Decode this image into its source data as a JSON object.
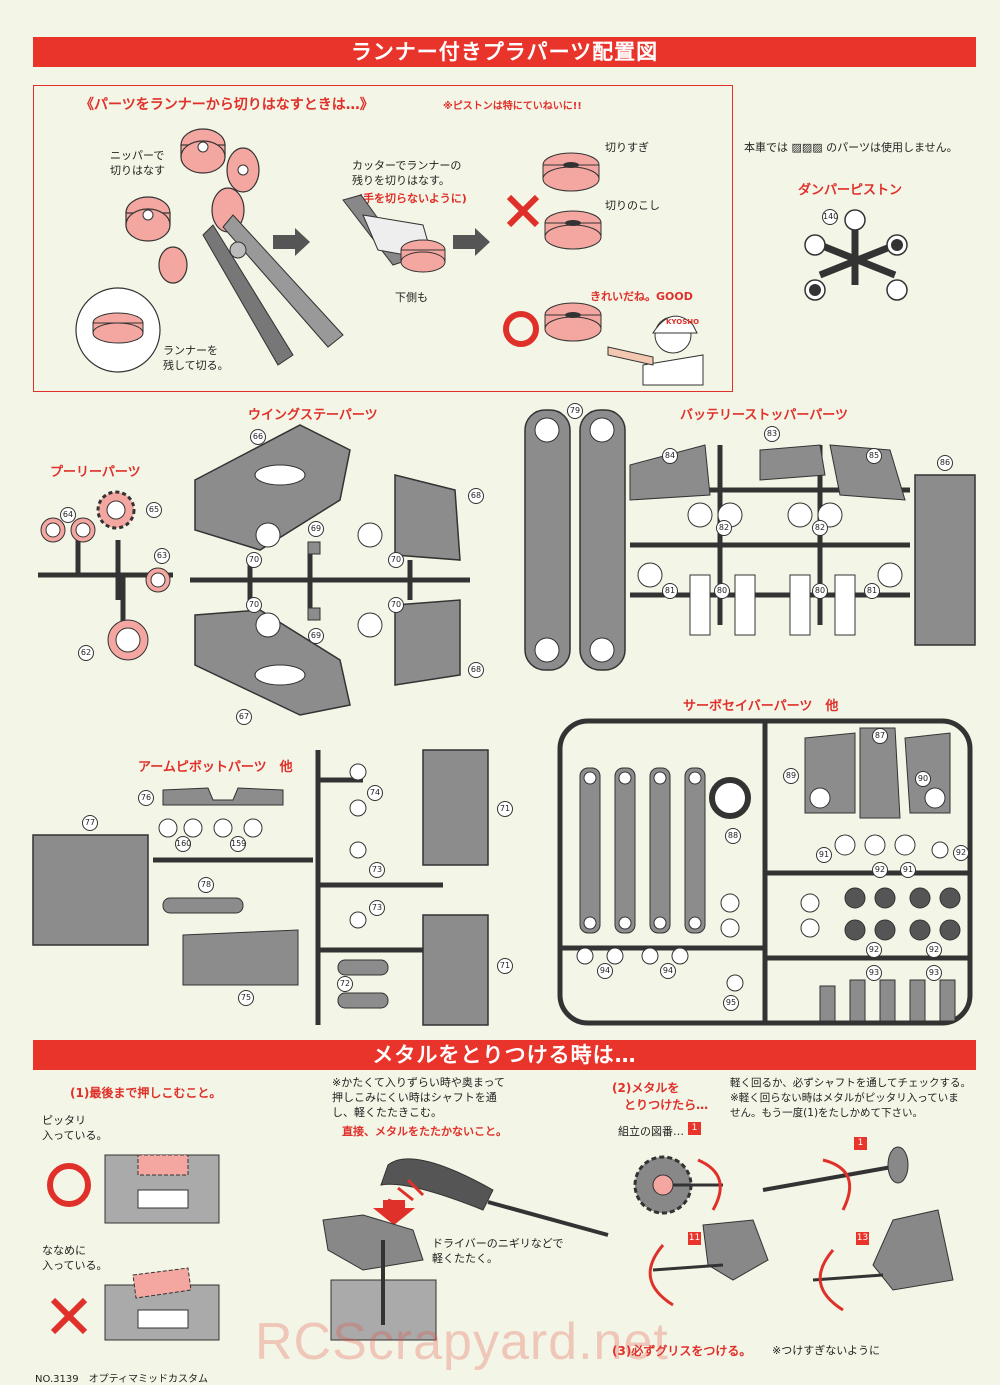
{
  "header": {
    "title": "ランナー付きプラパーツ配置図"
  },
  "runner_box": {
    "title": "《パーツをランナーから切りはなすときは…》",
    "note": "※ピストンは特にていねいに!!",
    "nipper_label": "ニッパーで\n切りはなす",
    "leave_runner_label": "ランナーを\n残して切る。",
    "cutter_label": "カッターでランナーの\n残りを切りはなす。",
    "caution_label": "(手を切らないように)",
    "underside_label": "下側も",
    "too_much_label": "切りすぎ",
    "leftover_label": "切りのこし",
    "good_label": "きれいだね。GOOD",
    "cap_text": "KYOSHO"
  },
  "unused_note": "本車では ▨▨▨ のパーツは使用しません。",
  "sections": {
    "damper_piston": "ダンパーピストン",
    "pulley": "プーリーパーツ",
    "wing_stay": "ウイングステーパーツ",
    "battery_stopper": "バッテリーストッパーパーツ",
    "arm_pivot": "アームピボットパーツ　他",
    "servo_saver": "サーボセイバーパーツ　他"
  },
  "part_numbers": {
    "n140": "140",
    "n62": "62",
    "n63": "63",
    "n64": "64",
    "n65": "65",
    "n66": "66",
    "n67": "67",
    "n68": "68",
    "n69": "69",
    "n70": "70",
    "n71": "71",
    "n72": "72",
    "n73": "73",
    "n74": "74",
    "n75": "75",
    "n76": "76",
    "n77": "77",
    "n78": "78",
    "n79": "79",
    "n80": "80",
    "n81": "81",
    "n82": "82",
    "n83": "83",
    "n84": "84",
    "n85": "85",
    "n86": "86",
    "n87": "87",
    "n88": "88",
    "n89": "89",
    "n90": "90",
    "n91": "91",
    "n92": "92",
    "n93": "93",
    "n94": "94",
    "n95": "95",
    "n159": "159",
    "n160": "160"
  },
  "metal": {
    "title": "メタルをとりつける時は…",
    "step1": "(1)最後まで押しこむこと。",
    "flush_label": "ピッタリ\n入っている。",
    "slanted_label": "ななめに\n入っている。",
    "hard_note": "※かたくて入りずらい時や奥まって\n押しこみにくい時はシャフトを通\nし、軽くたたきこむ。",
    "direct_warning": "直接、メタルをたたかないこと。",
    "driver_label": "ドライバーのニギリなどで\n軽くたたく。",
    "step2": "(2)メタルを\n　とりつけたら…",
    "step2_note": "軽く回るか、必ずシャフトを通してチェックする。\n※軽く回らない時はメタルがピッタリ入っていま\nせん。もう一度(1)をたしかめて下さい。",
    "assembly_ref": "組立の図番…",
    "fig1": "1",
    "fig11": "11",
    "fig13": "13",
    "step3": "(3)必ずグリスをつける。",
    "step3_note": "※つけすぎないように"
  },
  "footer": {
    "text": "NO.3139　オプティマミッドカスタム"
  },
  "watermark": "RCScrapyard.net",
  "colors": {
    "accent": "#e8342a",
    "paper": "#f3f5e6",
    "part_pink": "#f4a7a0",
    "part_gray": "#8c8c8c"
  }
}
